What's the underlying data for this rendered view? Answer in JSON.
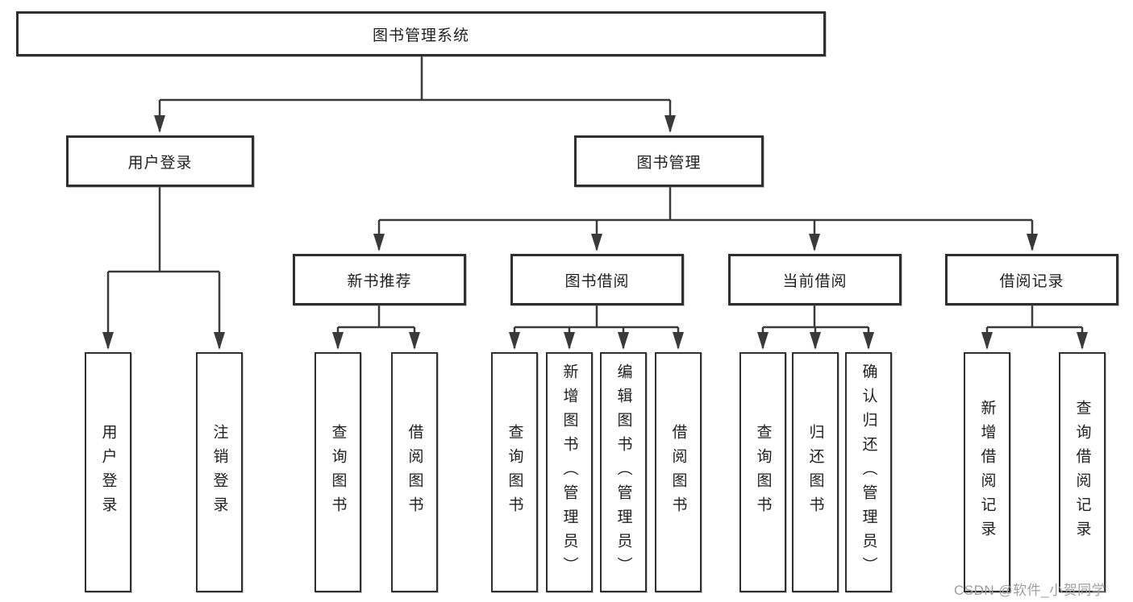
{
  "diagram": {
    "root": {
      "label": "图书管理系统"
    },
    "branches": [
      {
        "label": "用户登录",
        "children": [
          {
            "label": "用户登录"
          },
          {
            "label": "注销登录"
          }
        ]
      },
      {
        "label": "图书管理",
        "children": [
          {
            "label": "新书推荐",
            "children": [
              {
                "label": "查询图书"
              },
              {
                "label": "借阅图书"
              }
            ]
          },
          {
            "label": "图书借阅",
            "children": [
              {
                "label": "查询图书"
              },
              {
                "label": "新增图书（管理员）"
              },
              {
                "label": "编辑图书（管理员）"
              },
              {
                "label": "借阅图书"
              }
            ]
          },
          {
            "label": "当前借阅",
            "children": [
              {
                "label": "查询图书"
              },
              {
                "label": "归还图书"
              },
              {
                "label": "确认归还（管理员）"
              }
            ]
          },
          {
            "label": "借阅记录",
            "children": [
              {
                "label": "新增借阅记录"
              },
              {
                "label": "查询借阅记录"
              }
            ]
          }
        ]
      }
    ]
  },
  "watermark": {
    "text": "CSDN @软件_小贺同学"
  },
  "colors": {
    "background": "#ffffff",
    "box_fill": "#ffffff",
    "box_border": "#2f2f2f",
    "line": "#3a3a3a",
    "text": "#1f1f1f",
    "watermark": "#9e9e9e"
  }
}
